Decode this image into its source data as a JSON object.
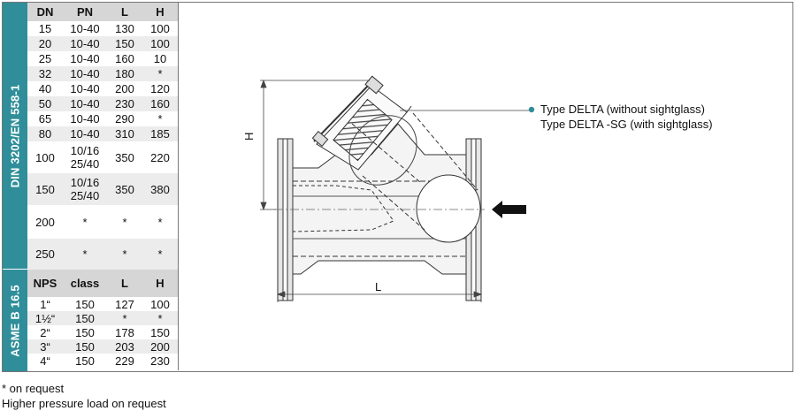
{
  "din": {
    "label": "DIN 3202/EN 558-1",
    "headers": [
      "DN",
      "PN",
      "L",
      "H"
    ],
    "rows": [
      [
        "15",
        "10-40",
        "130",
        "100"
      ],
      [
        "20",
        "10-40",
        "150",
        "100"
      ],
      [
        "25",
        "10-40",
        "160",
        "10"
      ],
      [
        "32",
        "10-40",
        "180",
        "*"
      ],
      [
        "40",
        "10-40",
        "200",
        "120"
      ],
      [
        "50",
        "10-40",
        "230",
        "160"
      ],
      [
        "65",
        "10-40",
        "290",
        "*"
      ],
      [
        "80",
        "10-40",
        "310",
        "185"
      ],
      [
        "100",
        "10/16\n25/40",
        "350",
        "220"
      ],
      [
        "150",
        "10/16\n25/40",
        "350",
        "380"
      ],
      [
        "200",
        "*",
        "*",
        "*"
      ],
      [
        "250",
        "*",
        "*",
        "*"
      ]
    ]
  },
  "asme": {
    "label": "ASME B 16.5",
    "headers": [
      "NPS",
      "class",
      "L",
      "H"
    ],
    "rows": [
      [
        "1“",
        "150",
        "127",
        "100"
      ],
      [
        "1½“",
        "150",
        "*",
        "*"
      ],
      [
        "2“",
        "150",
        "178",
        "150"
      ],
      [
        "3“",
        "150",
        "203",
        "200"
      ],
      [
        "4“",
        "150",
        "229",
        "230"
      ]
    ]
  },
  "drawing": {
    "dim_h": "H",
    "dim_l": "L",
    "callout_1": "Type DELTA (without sightglass)",
    "callout_2": "Type DELTA -SG (with sightglass)"
  },
  "footnotes": {
    "on_request": "* on request",
    "pressure": "Higher pressure load on request"
  },
  "colors": {
    "accent": "#2f8e99",
    "header_bg": "#d6d6d6",
    "row_alt": "#ececec"
  }
}
